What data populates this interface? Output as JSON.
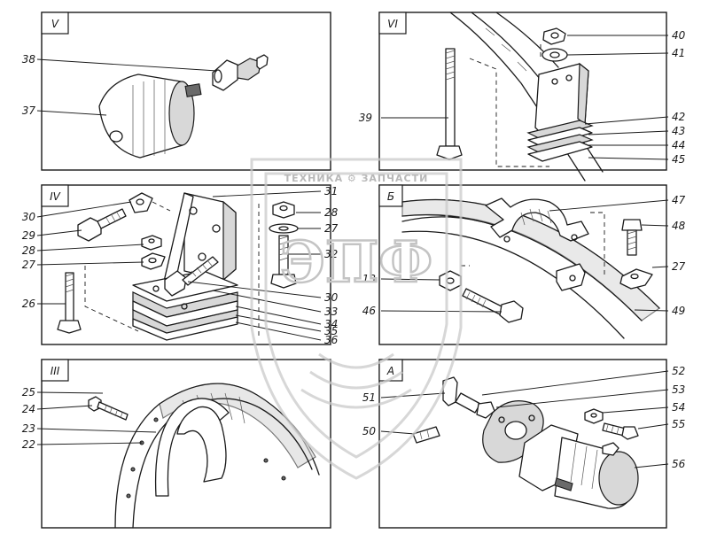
{
  "panels": {
    "p5": {
      "tab": "V",
      "labels": [
        "38",
        "37"
      ]
    },
    "p6": {
      "tab": "VI",
      "labels": [
        "40",
        "41",
        "39",
        "42",
        "43",
        "44",
        "45"
      ]
    },
    "p4": {
      "tab": "IV",
      "labels": [
        "31",
        "30",
        "29",
        "28",
        "27",
        "26",
        "28",
        "27",
        "32",
        "30",
        "33",
        "34",
        "35",
        "36"
      ]
    },
    "pB": {
      "tab": "Б",
      "labels": [
        "47",
        "48",
        "27",
        "13",
        "46",
        "49"
      ]
    },
    "p3": {
      "tab": "III",
      "labels": [
        "25",
        "24",
        "23",
        "22"
      ]
    },
    "pA": {
      "tab": "А",
      "labels": [
        "52",
        "53",
        "51",
        "54",
        "55",
        "50",
        "56"
      ]
    }
  },
  "watermark": {
    "top_text": "ТЕХНИКА ⚙ ЗАПЧАСТИ",
    "logo_text": "ЭПФ"
  }
}
